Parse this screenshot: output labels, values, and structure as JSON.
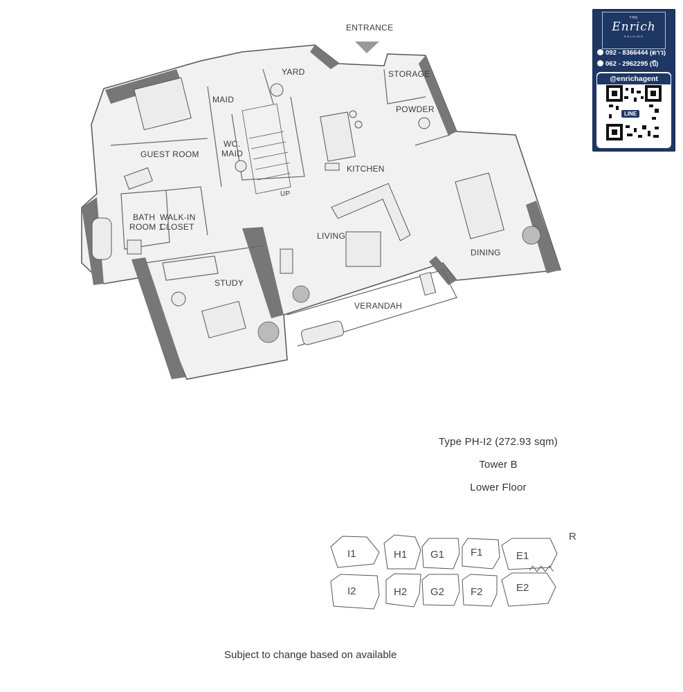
{
  "plan": {
    "entrance": "ENTRANCE",
    "rooms": {
      "yard": "YARD",
      "storage": "STORAGE",
      "maid": "MAID",
      "powder": "POWDER",
      "wc_1": "WC.",
      "wc_2": "MAID",
      "guest_room": "GUEST ROOM",
      "kitchen": "KITCHEN",
      "bath_1": "BATH",
      "bath_2": "ROOM 1",
      "walkin_1": "WALK-IN",
      "walkin_2": "CLOSET",
      "living": "LIVING",
      "dining": "DINING",
      "study": "STUDY",
      "verandah": "VERANDAH",
      "up": "UP"
    }
  },
  "unit_info": {
    "type": "Type PH-I2 (272.93 sqm)",
    "tower": "Tower B",
    "floor": "Lower Floor"
  },
  "key_plan": {
    "top_row": [
      "I1",
      "H1",
      "G1",
      "F1",
      "E1"
    ],
    "bottom_row": [
      "I2",
      "H2",
      "G2",
      "F2",
      "E2"
    ],
    "north_mark": "R"
  },
  "disclaimer": "Subject to change based on available",
  "agent_card": {
    "the": "THE",
    "brand": "Enrich",
    "brand_sub": "HOLDING",
    "phone_1": "092 - 8366444 (ดาว)",
    "phone_2": "062 - 2962295 (บี)",
    "line_id": "@enrichagent",
    "line_badge": "LINE",
    "accent_color": "#1e3764"
  }
}
